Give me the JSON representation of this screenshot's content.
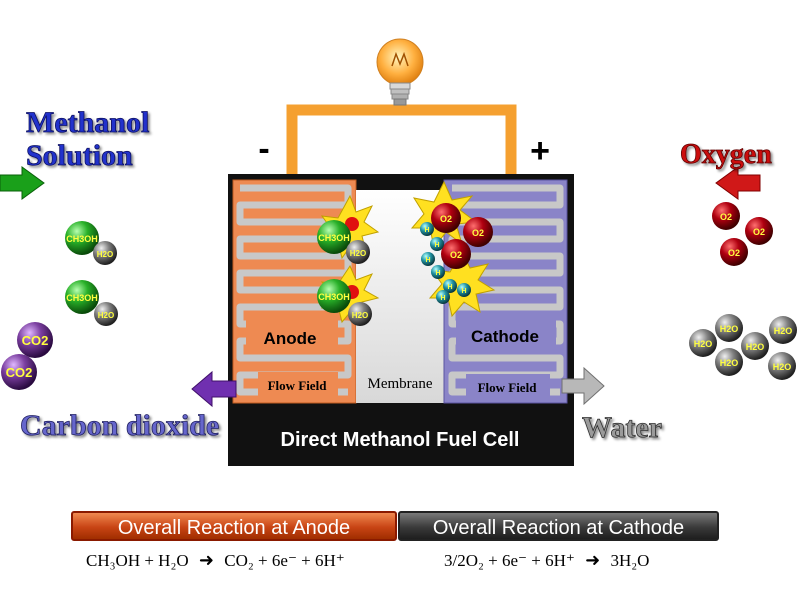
{
  "title": "Direct Methanol Fuel Cell",
  "terminals": {
    "negative": "-",
    "positive": "+"
  },
  "labels": {
    "methanol_line1": "Methanol",
    "methanol_line2": "Solution",
    "oxygen": "Oxygen",
    "carbon_dioxide": "Carbon dioxide",
    "water": "Water",
    "anode": "Anode",
    "cathode": "Cathode",
    "membrane": "Membrane",
    "flow_field_left": "Flow Field",
    "flow_field_right": "Flow Field"
  },
  "molecules": {
    "methanol": "CH3OH",
    "water": "H2O",
    "co2": "CO2",
    "o2": "O2",
    "h": "H"
  },
  "reactions": {
    "anode_title": "Overall Reaction at Anode",
    "cathode_title": "Overall Reaction at Cathode",
    "anode": {
      "reactants": "CH₃OH + H₂O",
      "arrow": "➜",
      "products": "CO₂ + 6e⁻ + 6H⁺"
    },
    "cathode": {
      "reactants": "3/2O₂ + 6e⁻ + 6H⁺",
      "arrow": "➜",
      "products": "3H₂O"
    }
  },
  "colors": {
    "anode_plate": "#ee8a52",
    "cathode_plate": "#8a84c8",
    "label_blue": "#2233cc",
    "label_red": "#cc1111",
    "methanol_green": "#1aa01a",
    "co2_purple": "#7b3fa0",
    "o2_red": "#a00010",
    "h2o_gray": "#707070",
    "wire_orange": "#f5a030"
  }
}
